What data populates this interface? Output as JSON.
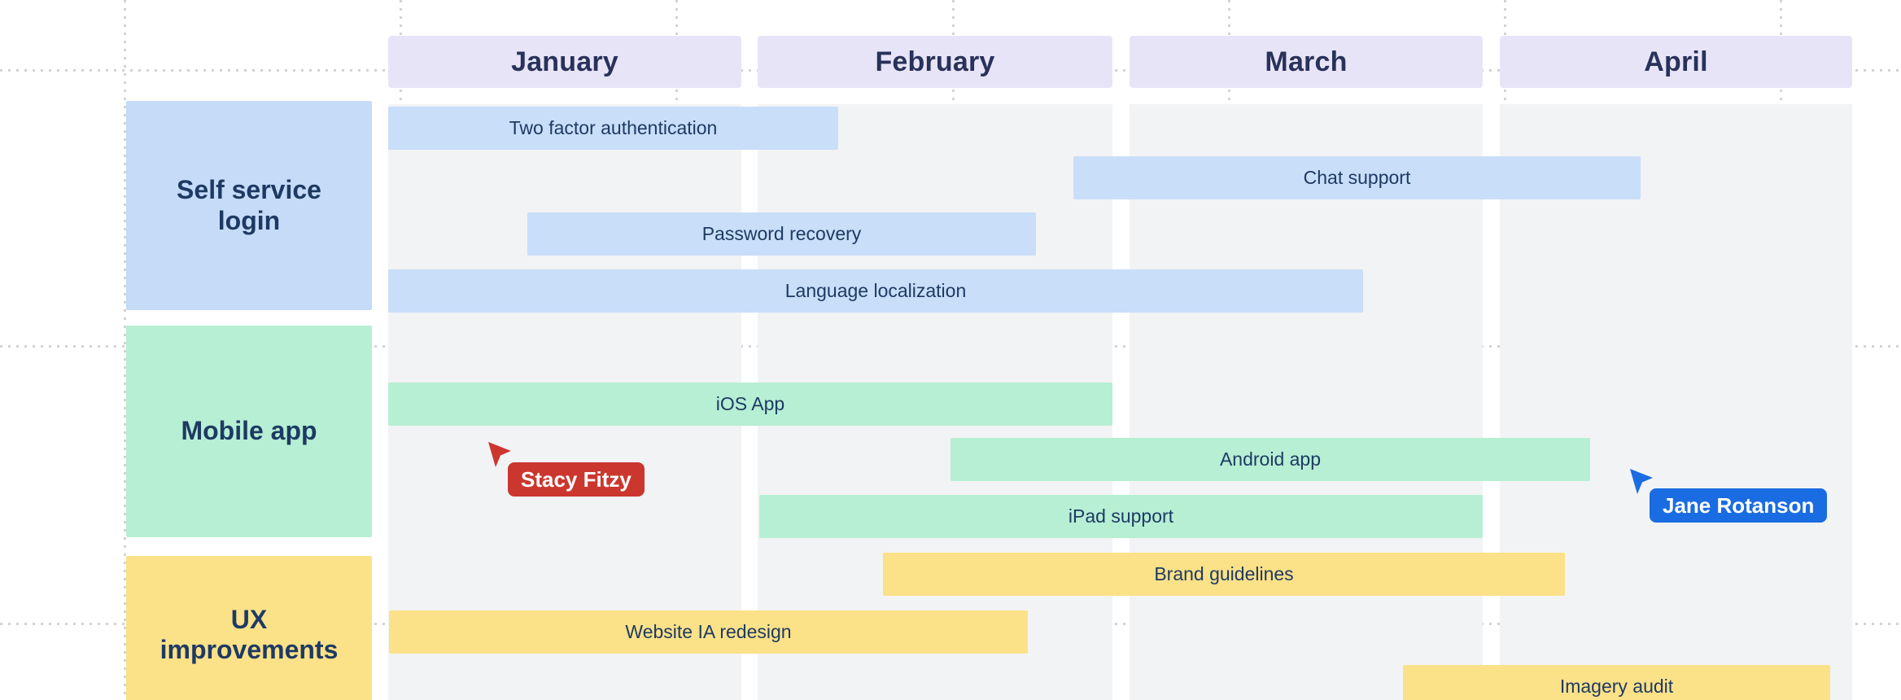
{
  "months": [
    "January",
    "February",
    "March",
    "April"
  ],
  "lanes": [
    {
      "label": "Self service login",
      "color": "#c5dbf8",
      "tasks": [
        "Two factor authentication",
        "Chat support",
        "Password recovery",
        "Language localization"
      ]
    },
    {
      "label": "Mobile app",
      "color": "#b6efd4",
      "tasks": [
        "iOS App",
        "Android app",
        "iPad support"
      ]
    },
    {
      "label": "UX improvements",
      "color": "#fbe188",
      "tasks": [
        "Brand guidelines",
        "Website IA redesign",
        "Imagery audit"
      ]
    }
  ],
  "collaborators": [
    {
      "name": "Stacy Fitzy",
      "color": "#cb372e"
    },
    {
      "name": "Jane Rotanson",
      "color": "#1a6ce2"
    }
  ],
  "colors": {
    "month_header_bg": "#e8e4f8",
    "column_bg": "#f2f3f5",
    "task_blue": "#c9def9",
    "task_green": "#b6efd4",
    "task_yellow": "#fbe188",
    "text_dark": "#1e3a63",
    "grid_dot": "#d3d3d6",
    "cursor_red": "#cb372e",
    "cursor_blue": "#1a6ce2"
  }
}
